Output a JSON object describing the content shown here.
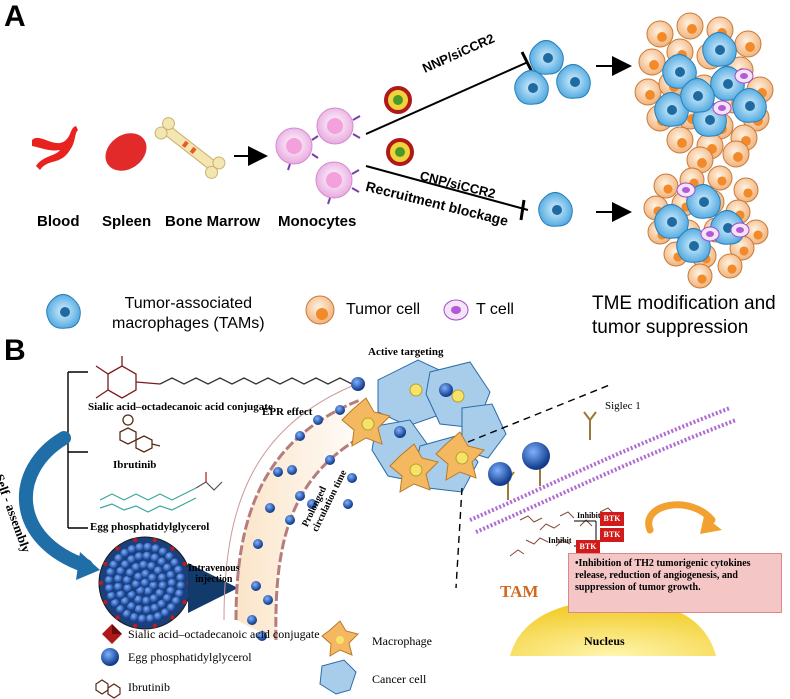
{
  "panelA": {
    "letter": "A",
    "sources": [
      "Blood",
      "Spleen",
      "Bone Marrow"
    ],
    "monocytes_label": "Monocytes",
    "nnp_label": "NNP/siCCR2",
    "cnp_label": "CNP/siCCR2",
    "recruitment_label_line1": "Recruitment blockage",
    "legend_tam_line1": "Tumor-associated",
    "legend_tam_line2": "macrophages (TAMs)",
    "legend_tumor": "Tumor cell",
    "legend_tcell": "T cell",
    "tme_line1": "TME modification and",
    "tme_line2": "tumor suppression"
  },
  "panelB": {
    "letter": "B",
    "sialic_label": "Sialic acid–octadecanoic acid conjugate",
    "ibrutinib_label": "Ibrutinib",
    "egg_label": "Egg  phosphatidylglycerol",
    "self_assembly": "Self - assembly",
    "injection_line1": "Intravenous",
    "injection_line2": "injection",
    "epr_label": "EPR effect",
    "circulation_line1": "Prolonged",
    "circulation_line2": "circulation time",
    "active_targeting": "Active targeting",
    "siglec_label": "Siglec  1",
    "inhibit_labels": [
      "Inhibit",
      "Inhibit"
    ],
    "btk_labels": [
      "BTK",
      "BTK",
      "BTK"
    ],
    "effect_text": "•Inhibition of TH2 tumorigenic cytokines release, reduction of angiogenesis, and suppression of tumor growth.",
    "tam_label": "TAM",
    "nucleus_label": "Nucleus",
    "legend_sialic": "Sialic acid–octadecanoic acid conjugate",
    "legend_egg": "Egg  phosphatidylglycerol",
    "legend_ibrutinib": "Ibrutinib",
    "legend_macrophage": "Macrophage",
    "legend_cancer": "Cancer cell"
  },
  "colors": {
    "blood_red": "#e8231f",
    "tam_blue": "#5fb4e6",
    "tumor_orange": "#f2a35a",
    "tcell_purple": "#a64bc9",
    "monocyte_pink": "#f3b8e6",
    "effect_box_fill": "#f4c6c6",
    "btk_red": "#d11a1a",
    "tam_label_orange": "#d2691e",
    "nucleus_yellow": "#f5d43a",
    "np_blue": "#2d4e8c"
  }
}
